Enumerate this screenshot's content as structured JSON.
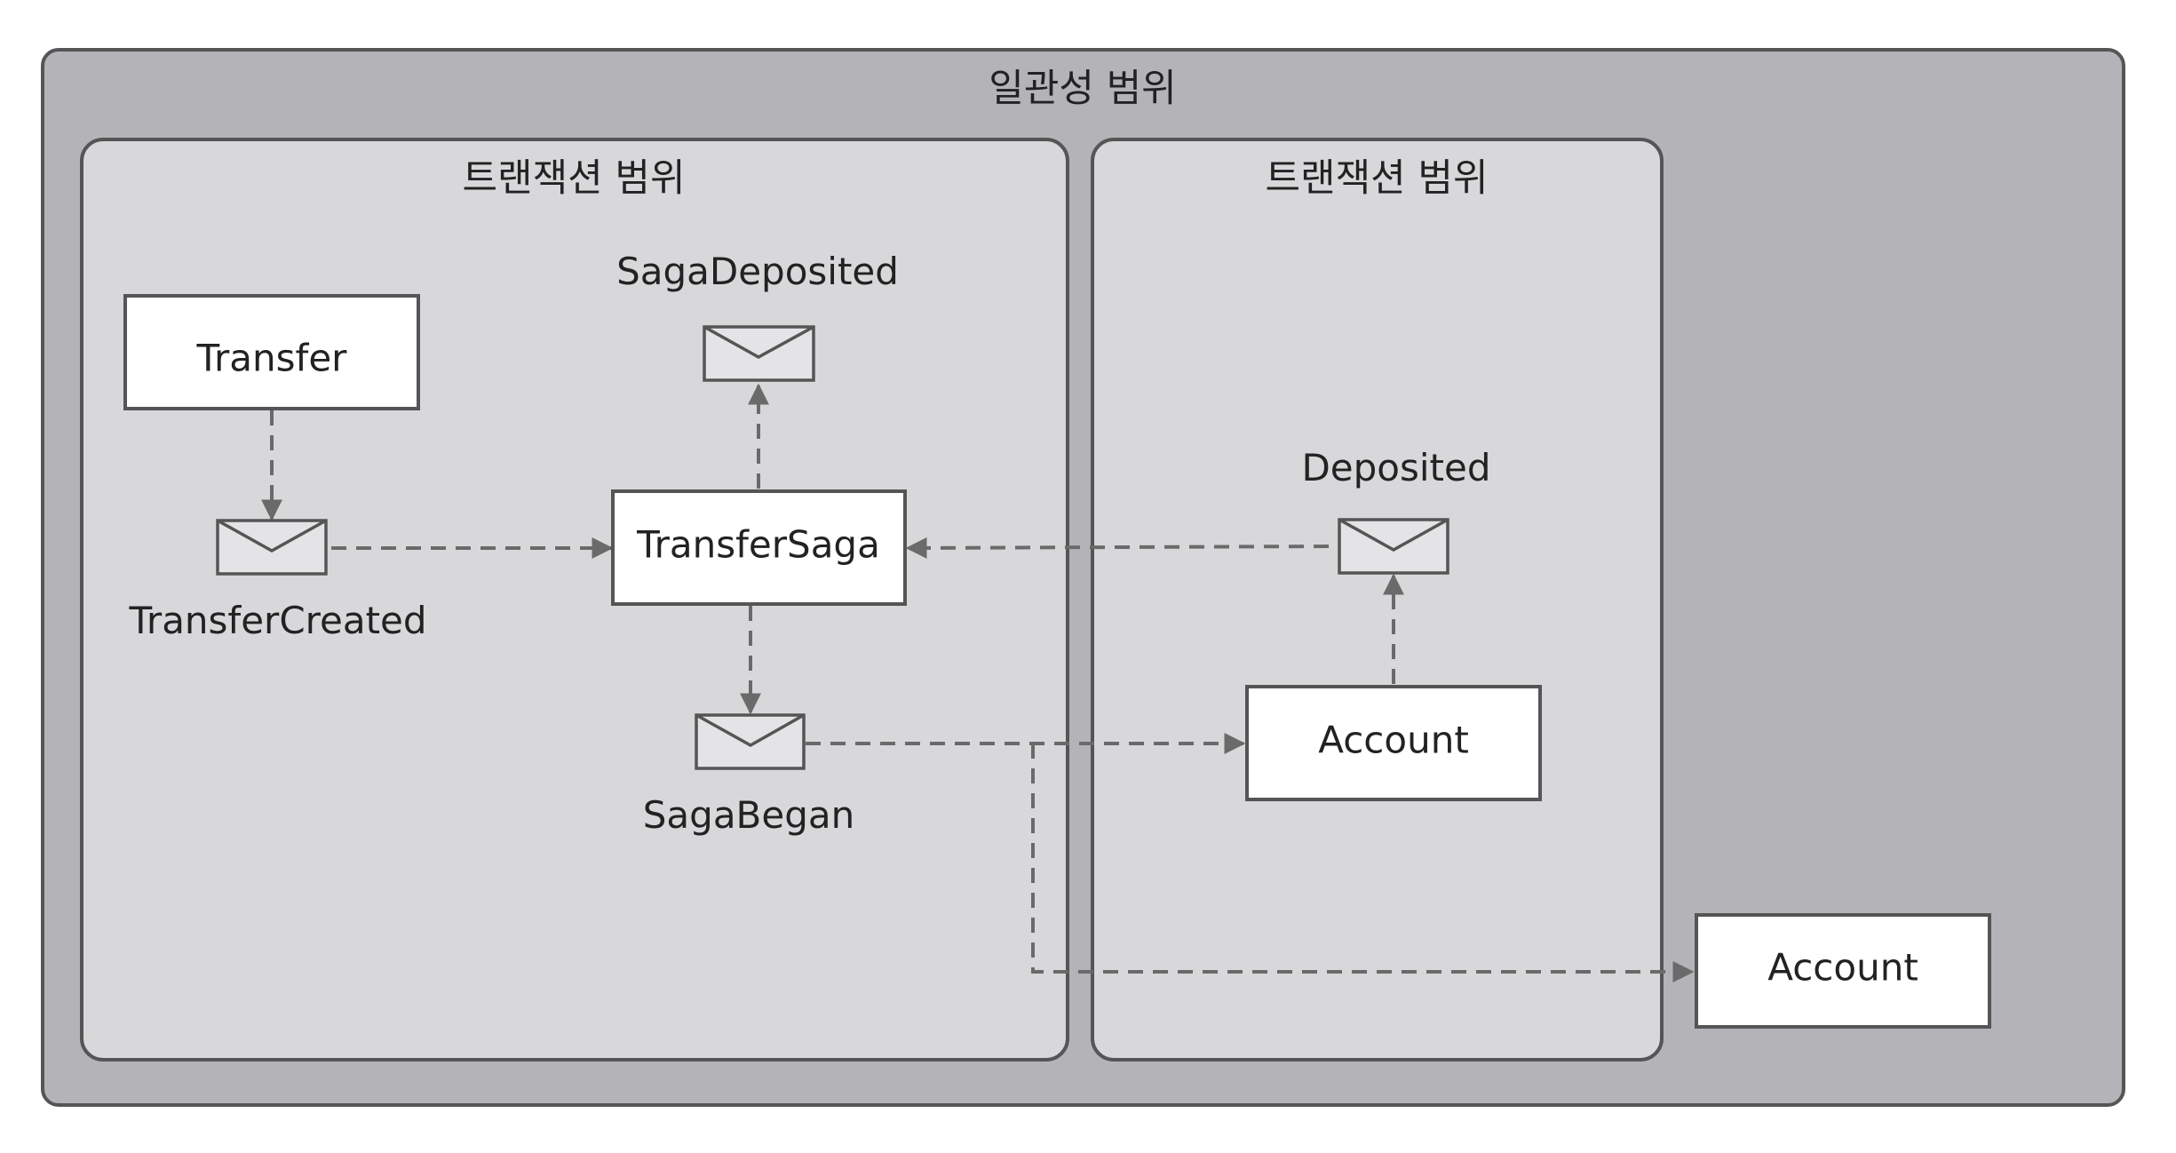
{
  "diagram": {
    "outer_scope": {
      "label": "일관성 범위"
    },
    "inner_scopes": [
      {
        "id": "tx1",
        "label": "트랜잭션 범위"
      },
      {
        "id": "tx2",
        "label": "트랜잭션 범위"
      }
    ],
    "nodes": [
      {
        "id": "transfer",
        "kind": "aggregate",
        "label": "Transfer"
      },
      {
        "id": "transfer_saga",
        "kind": "aggregate",
        "label": "TransferSaga"
      },
      {
        "id": "account1",
        "kind": "aggregate",
        "label": "Account"
      },
      {
        "id": "account2",
        "kind": "aggregate",
        "label": "Account"
      },
      {
        "id": "transfer_created",
        "kind": "event",
        "label": "TransferCreated"
      },
      {
        "id": "saga_deposited",
        "kind": "event",
        "label": "SagaDeposited"
      },
      {
        "id": "saga_began",
        "kind": "event",
        "label": "SagaBegan"
      },
      {
        "id": "deposited",
        "kind": "event",
        "label": "Deposited"
      }
    ],
    "edges": [
      {
        "from": "transfer",
        "to": "transfer_created"
      },
      {
        "from": "transfer_created",
        "to": "transfer_saga"
      },
      {
        "from": "transfer_saga",
        "to": "saga_deposited"
      },
      {
        "from": "transfer_saga",
        "to": "saga_began"
      },
      {
        "from": "saga_began",
        "to": "account1"
      },
      {
        "from": "saga_began",
        "to": "account2"
      },
      {
        "from": "account1",
        "to": "deposited"
      },
      {
        "from": "deposited",
        "to": "transfer_saga"
      }
    ],
    "colors": {
      "outer_fill": "#b4b4b8",
      "inner_fill": "#d8d8db",
      "stroke": "#555555",
      "edge": "#6a6a6a",
      "box_fill": "#ffffff"
    }
  }
}
